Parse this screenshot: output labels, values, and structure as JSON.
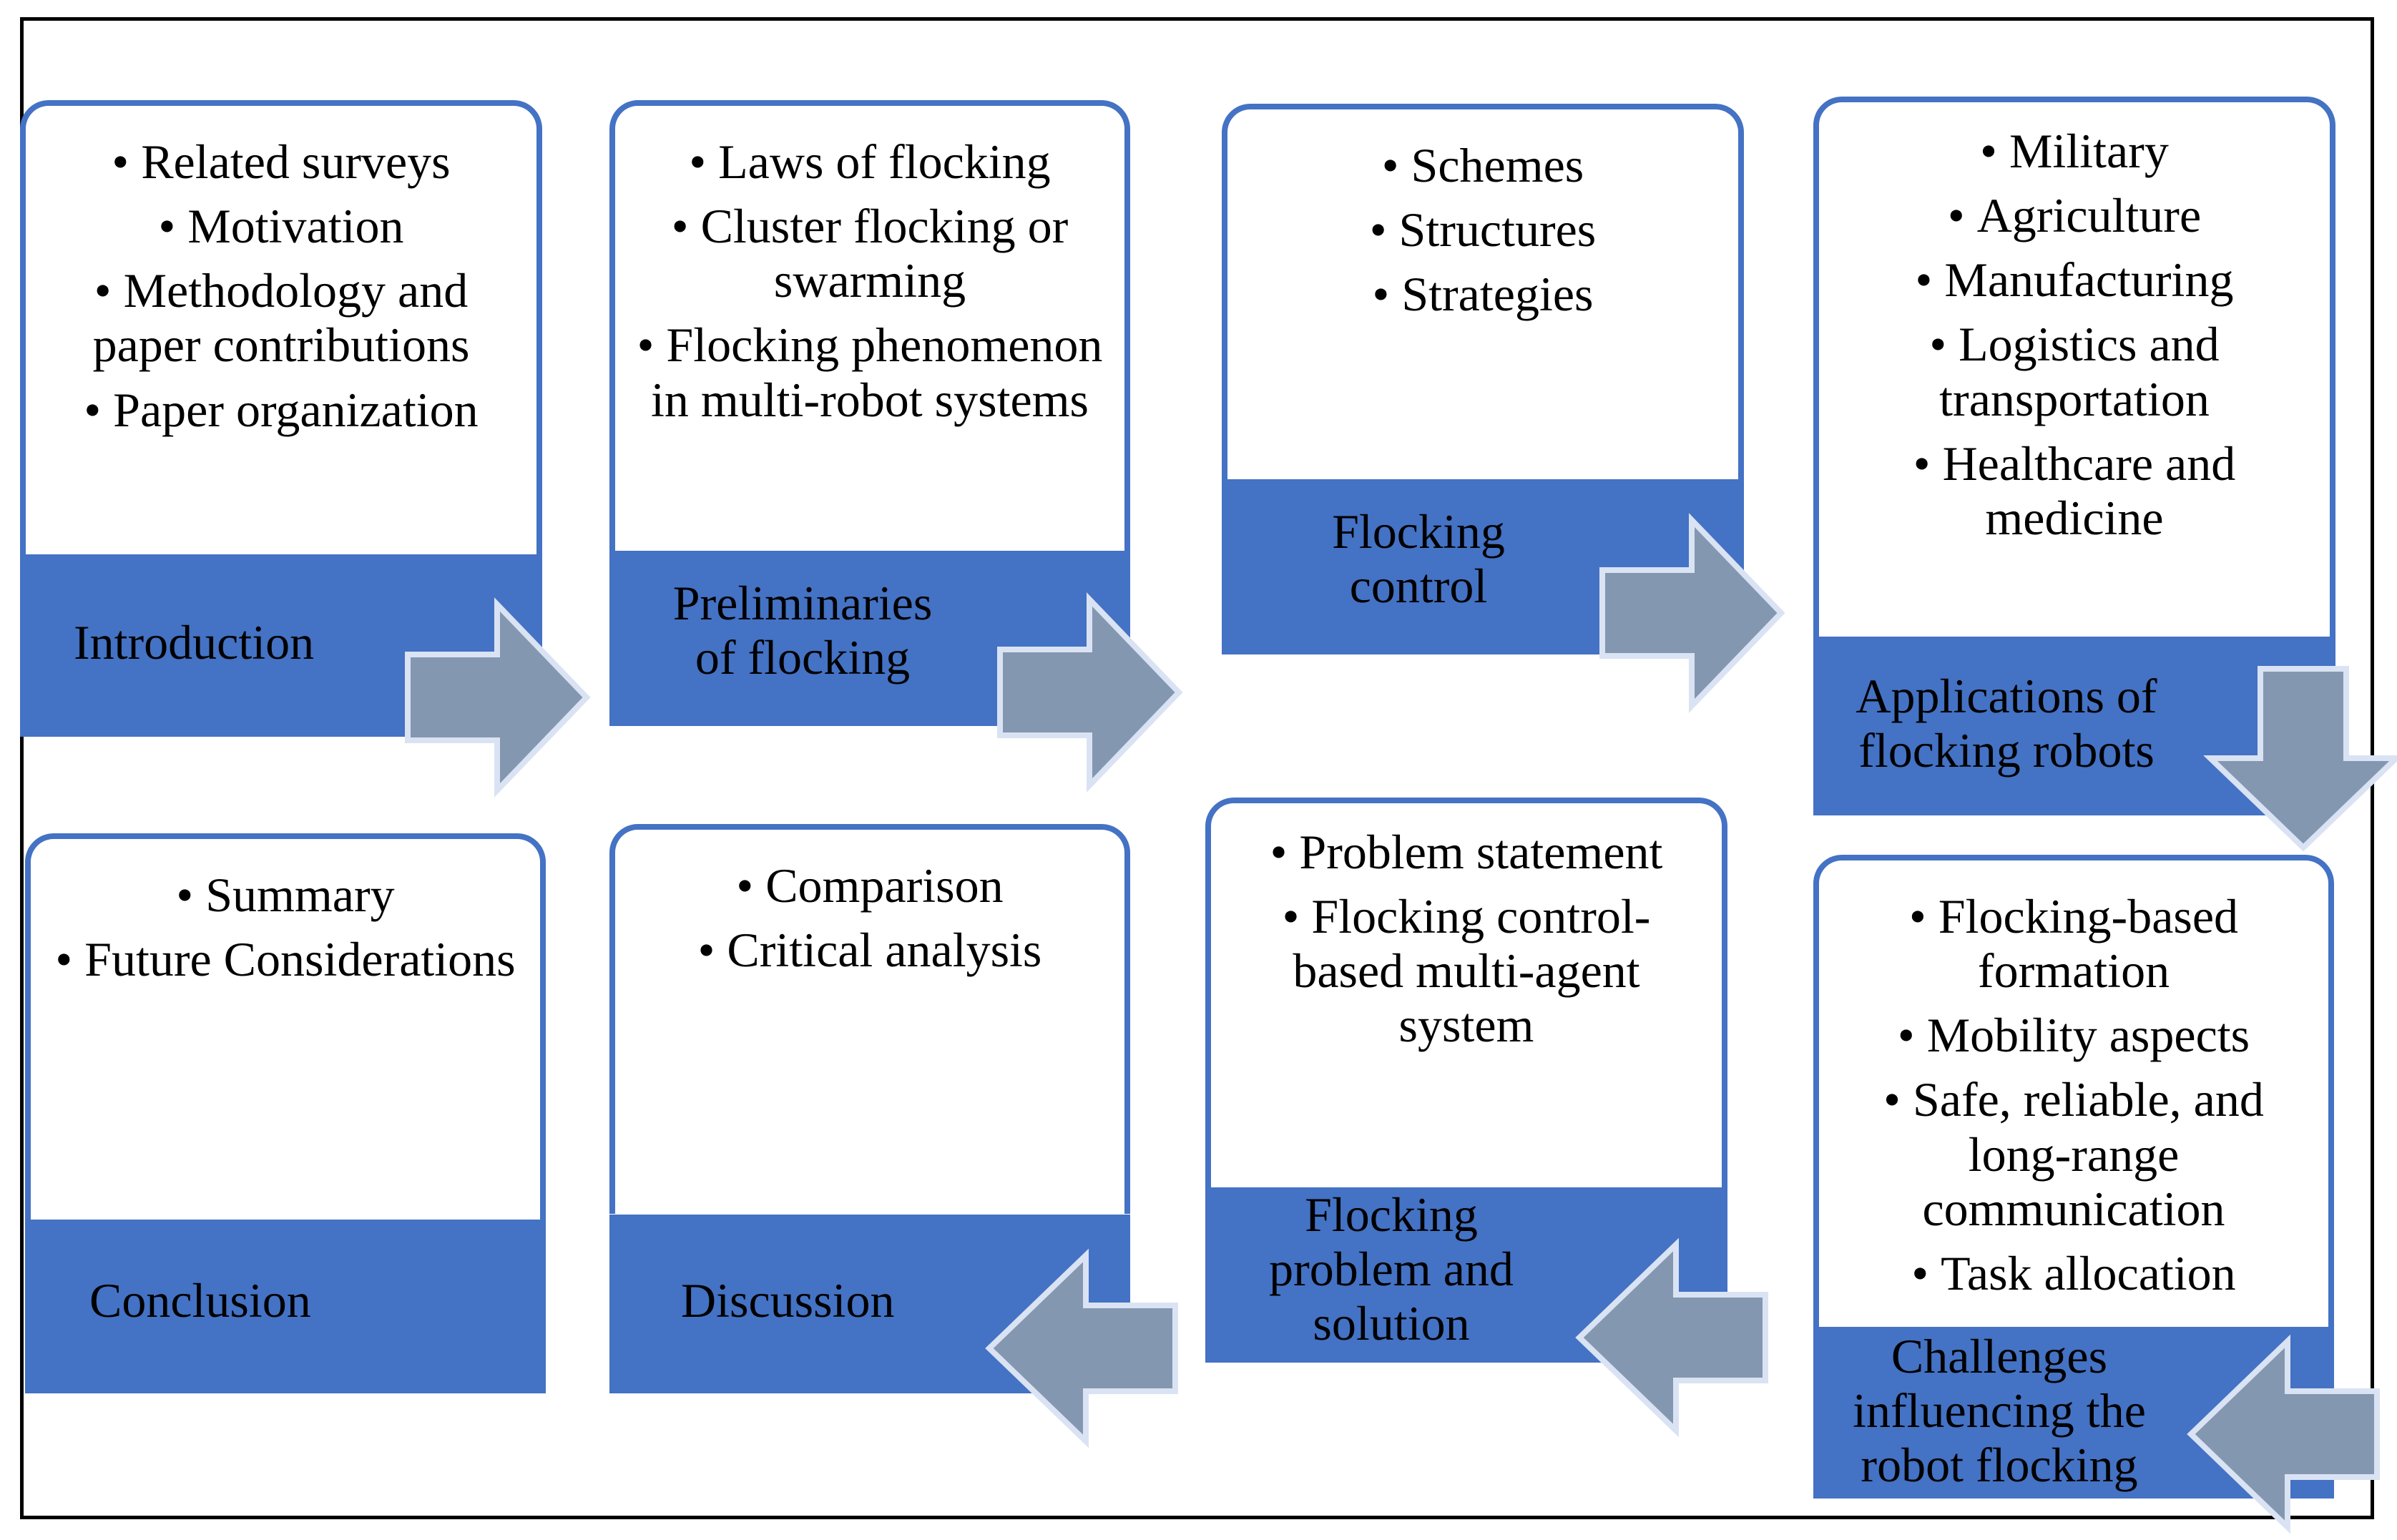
{
  "stages": [
    {
      "id": "introduction",
      "title": "Introduction",
      "items": [
        "Related surveys",
        "Motivation",
        "Methodology and paper contributions",
        "Paper organization"
      ]
    },
    {
      "id": "preliminaries",
      "title": "Preliminaries of flocking",
      "items": [
        "Laws of flocking",
        "Cluster flocking or swarming",
        "Flocking phenomenon in multi-robot systems"
      ]
    },
    {
      "id": "flocking-control",
      "title": "Flocking control",
      "items": [
        "Schemes",
        "Structures",
        "Strategies"
      ]
    },
    {
      "id": "applications",
      "title": "Applications of flocking robots",
      "items": [
        "Military",
        "Agriculture",
        "Manufacturing",
        "Logistics and transportation",
        "Healthcare and medicine"
      ]
    },
    {
      "id": "challenges",
      "title": "Challenges influencing the robot flocking",
      "items": [
        "Flocking-based formation",
        "Mobility aspects",
        "Safe, reliable, and long-range communication",
        "Task allocation"
      ]
    },
    {
      "id": "problem-solution",
      "title": "Flocking problem and solution",
      "items": [
        "Problem statement",
        "Flocking control-based multi-agent system"
      ]
    },
    {
      "id": "discussion",
      "title": "Discussion",
      "items": [
        "Comparison",
        "Critical analysis"
      ]
    },
    {
      "id": "conclusion",
      "title": "Conclusion",
      "items": [
        "Summary",
        "Future Considerations"
      ]
    }
  ],
  "colors": {
    "accent": "#4472c4",
    "arrow_fill": "#8497b0",
    "arrow_stroke": "#dae3f3"
  }
}
